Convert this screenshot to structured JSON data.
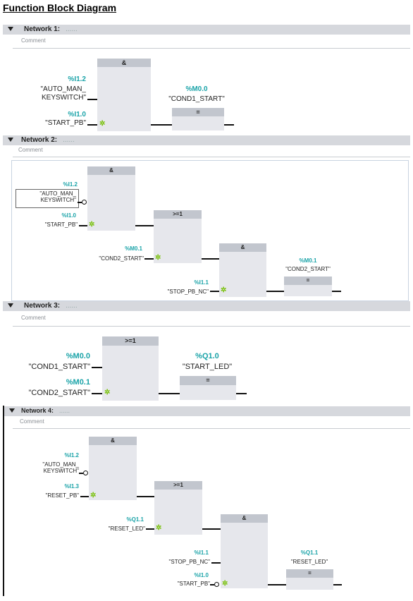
{
  "title": "Function Block Diagram",
  "comment_label": "Comment",
  "network_dots": "......",
  "networks": [
    {
      "label": "Network 1:",
      "block1": "&",
      "in1_addr": "%I1.2",
      "in1_name": "\"AUTO_MAN_\nKEYSWITCH\"",
      "in2_addr": "%I1.0",
      "in2_name": "\"START_PB\"",
      "out_addr": "%M0.0",
      "out_name": "\"COND1_START\"",
      "coil": "="
    },
    {
      "label": "Network 2:",
      "block1": "&",
      "block2": ">=1",
      "block3": "&",
      "in1_addr": "%I1.2",
      "in1_name": "\"AUTO_MAN_\nKEYSWITCH\"",
      "in2_addr": "%I1.0",
      "in2_name": "\"START_PB\"",
      "in3_addr": "%M0.1",
      "in3_name": "\"COND2_START\"",
      "in4_addr": "%I1.1",
      "in4_name": "\"STOP_PB_NC\"",
      "out_addr": "%M0.1",
      "out_name": "\"COND2_START\"",
      "coil": "="
    },
    {
      "label": "Network 3:",
      "block1": ">=1",
      "in1_addr": "%M0.0",
      "in1_name": "\"COND1_START\"",
      "in2_addr": "%M0.1",
      "in2_name": "\"COND2_START\"",
      "out_addr": "%Q1.0",
      "out_name": "\"START_LED\"",
      "coil": "="
    },
    {
      "label": "Network 4:",
      "block1": "&",
      "block2": ">=1",
      "block3": "&",
      "in1_addr": "%I1.2",
      "in1_name": "\"AUTO_MAN_\nKEYSWITCH\"",
      "in2_addr": "%I1.3",
      "in2_name": "\"RESET_PB\"",
      "in3_addr": "%Q1.1",
      "in3_name": "\"RESET_LED\"",
      "in4_addr": "%I1.1",
      "in4_name": "\"STOP_PB_NC\"",
      "in5_addr": "%I1.0",
      "in5_name": "\"START_PB\"",
      "out_addr": "%Q1.1",
      "out_name": "\"RESET_LED\"",
      "coil": "="
    }
  ]
}
